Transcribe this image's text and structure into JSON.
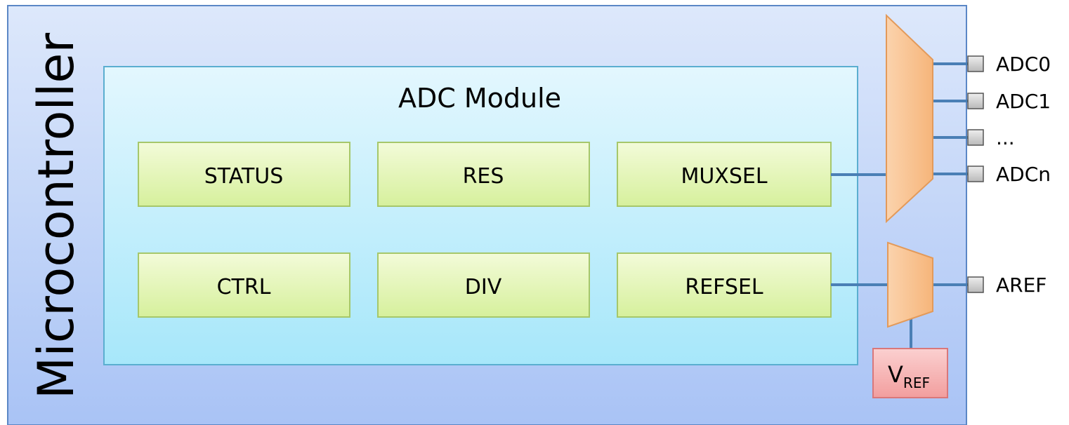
{
  "microcontroller": {
    "label": "Microcontroller"
  },
  "adc_module": {
    "title": "ADC Module",
    "registers": [
      "STATUS",
      "RES",
      "MUXSEL",
      "CTRL",
      "DIV",
      "REFSEL"
    ]
  },
  "pins": {
    "inputs": [
      "ADC0",
      "ADC1",
      "...",
      "ADCn"
    ],
    "ref": "AREF"
  },
  "vref": {
    "main": "V",
    "sub": "REF"
  },
  "colors": {
    "board_fill": "#a9c3f5",
    "module_fill": "#a7e7fa",
    "register_fill": "#dcf4a8",
    "mux_fill": "#f9c08d",
    "vref_fill": "#f5a8a8",
    "wire": "#4a7fb5",
    "pin_fill": "#c8c8c8"
  }
}
